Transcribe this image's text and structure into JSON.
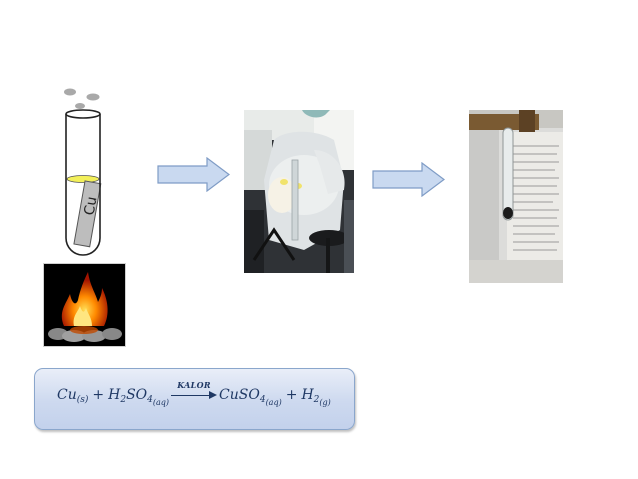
{
  "test_tube": {
    "label": "Cu"
  },
  "equation": {
    "reactant1": "Cu",
    "reactant1_state": "(s)",
    "plus1": "+",
    "reactant2_a": "H",
    "reactant2_sub1": "2",
    "reactant2_b": "SO",
    "reactant2_sub2": "4",
    "reactant2_state": "(aq)",
    "condition": "KALOR",
    "product1_a": "CuSO",
    "product1_sub": "4",
    "product1_state": "(aq)",
    "plus2": "+",
    "product2": "H",
    "product2_sub": "2",
    "product2_state": "(g)"
  },
  "colors": {
    "flow_arrow_fill": "#c9d9f0",
    "flow_arrow_stroke": "#7f9cc6",
    "solution": "#f3f05a",
    "equation_text": "#1f3864"
  },
  "icons": [
    "test-tube-icon",
    "bubble-icon",
    "copper-strip-icon",
    "fire-icon",
    "flow-arrow-icon"
  ]
}
